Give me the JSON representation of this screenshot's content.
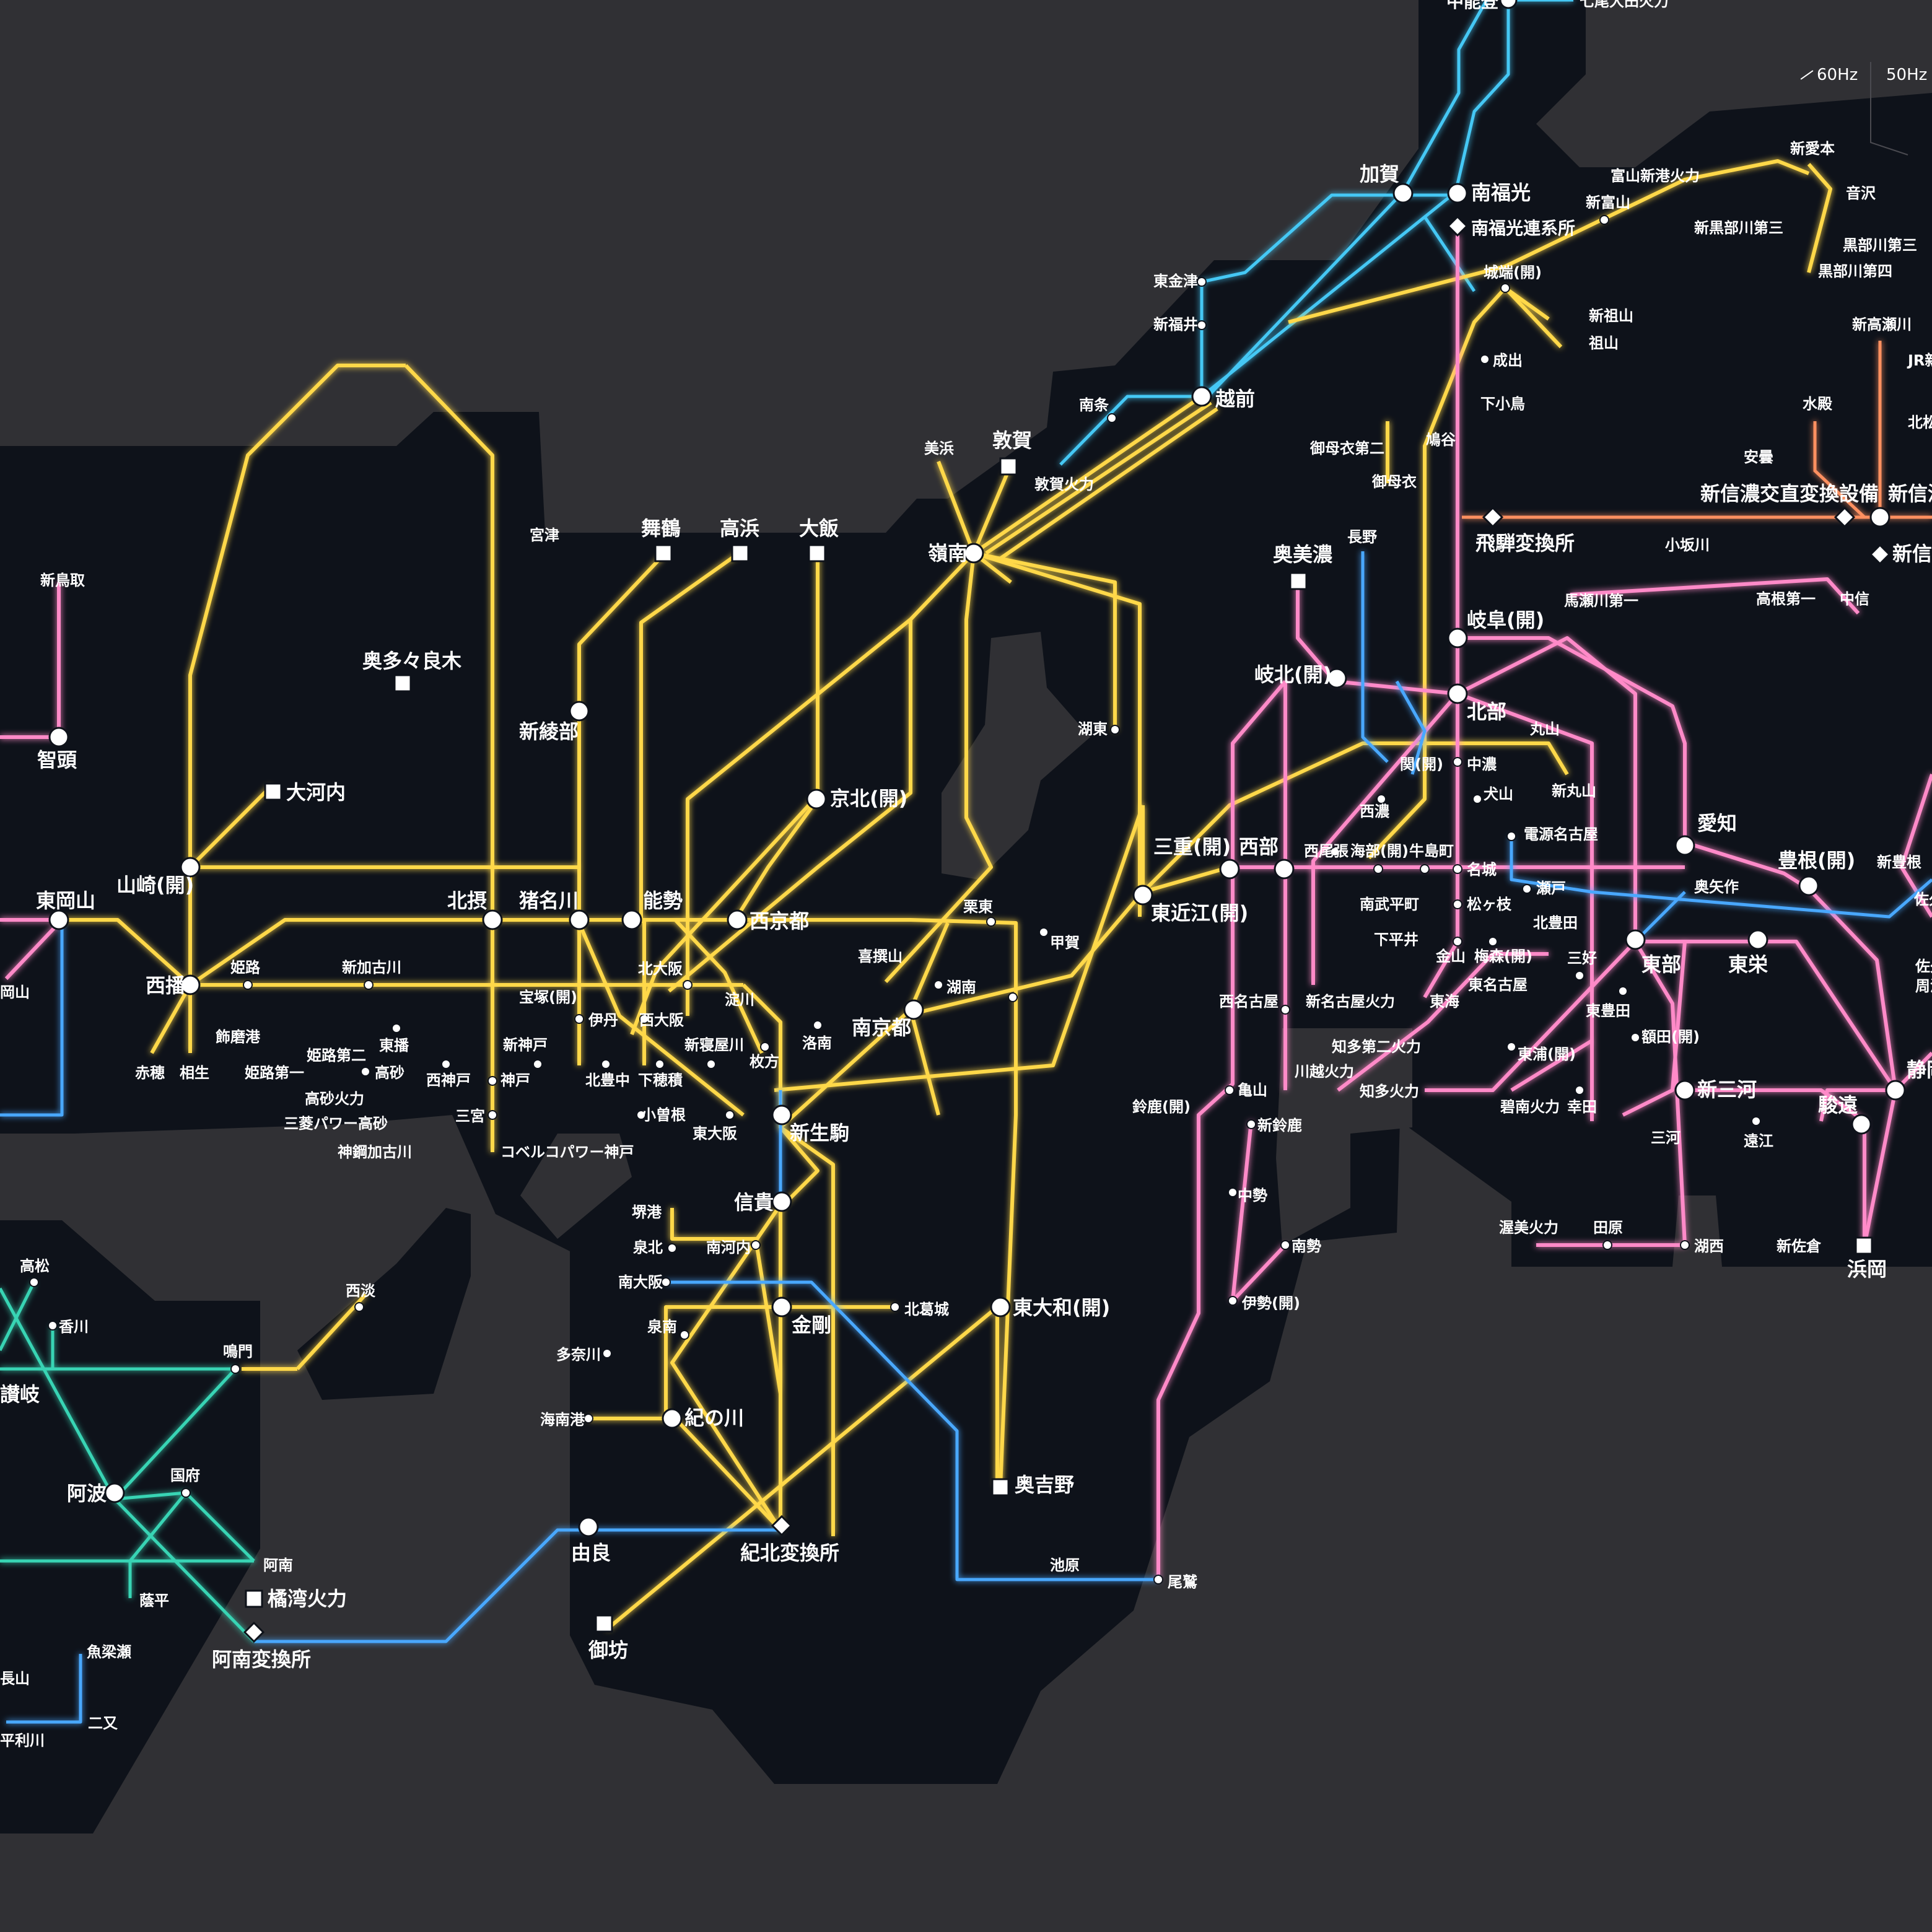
{
  "legend": {
    "hz60": "60Hz",
    "hz50": "50Hz"
  },
  "colors": {
    "background": "#303034",
    "land": "#0e121a",
    "kansai_500kv": "#ffd84a",
    "chubu_500kv": "#ff8ac8",
    "hokuriku": "#45c8f5",
    "shikoku": "#38d4b4",
    "dc_line": "#4aa8ff",
    "tokyo_fc": "#ff9060"
  },
  "labels": {
    "l001": "七尾大田火力",
    "l002": "中能登",
    "l003": "加賀",
    "l004": "南福光",
    "l005": "南福光連系所",
    "l006": "富山新港火力",
    "l007": "新富山",
    "l008": "新愛本",
    "l009": "音沢",
    "l010": "新黒部川第三",
    "l011": "黒部川第三",
    "l012": "黒部川第四",
    "l013": "城端(開)",
    "l014": "新高瀬川",
    "l015": "JR新",
    "l016": "東金津",
    "l017": "新福井",
    "l018": "新祖山",
    "l019": "祖山",
    "l020": "成出",
    "l021": "南条",
    "l022": "越前",
    "l023": "下小鳥",
    "l024": "水殿",
    "l025": "北松",
    "l026": "鳩谷",
    "l027": "御母衣第二",
    "l028": "美浜",
    "l029": "敦賀",
    "l030": "敦賀火力",
    "l031": "御母衣",
    "l032": "安曇",
    "l033": "新信濃交直変換設備",
    "l034": "新信濃",
    "l035": "嶺南",
    "l036": "飛騨変換所",
    "l037": "宮津",
    "l038": "舞鶴",
    "l039": "高浜",
    "l040": "大飯",
    "l041": "奥美濃",
    "l042": "長野",
    "l043": "小坂川",
    "l044": "新信濃",
    "l045": "馬瀬川第一",
    "l046": "高根第一",
    "l047": "中信",
    "l048": "新鳥取",
    "l049": "岐阜(開)",
    "l050": "奥多々良木",
    "l051": "新綾部",
    "l052": "岐北(開)",
    "l053": "湖東",
    "l054": "北部",
    "l055": "丸山",
    "l056": "智頭",
    "l057": "関(開)",
    "l058": "中濃",
    "l059": "新丸山",
    "l060": "大河内",
    "l061": "京北(開)",
    "l062": "犬山",
    "l063": "西濃",
    "l064": "電源名古屋",
    "l065": "愛知",
    "l066": "三重(開)",
    "l067": "西部",
    "l068": "西尾張",
    "l069": "海部(開)",
    "l070": "牛島町",
    "l071": "名城",
    "l072": "豊根(開)",
    "l073": "新豊根",
    "l074": "佐久",
    "l075": "山崎(開)",
    "l076": "東岡山",
    "l077": "北摂",
    "l078": "猪名川",
    "l079": "能勢",
    "l080": "西京都",
    "l081": "東近江(開)",
    "l082": "瀬戸",
    "l083": "奥矢作",
    "l084": "南武平町",
    "l085": "松ヶ枝",
    "l086": "北豊田",
    "l087": "栗東",
    "l088": "岡山",
    "l089": "西播",
    "l090": "姫路",
    "l091": "新加古川",
    "l092": "宝塚(開)",
    "l093": "北大阪",
    "l094": "喜撰山",
    "l095": "甲賀",
    "l096": "下平井",
    "l097": "金山",
    "l098": "梅森(開)",
    "l099": "三好",
    "l100": "東部",
    "l101": "東栄",
    "l102": "湖南",
    "l103": "淀川",
    "l104": "東名古屋",
    "l105": "佐久間",
    "l106": "周波",
    "l107": "伊丹",
    "l108": "西大阪",
    "l109": "西名古屋",
    "l110": "新名古屋火力",
    "l111": "東海",
    "l112": "東豊田",
    "l113": "飾磨港",
    "l114": "姫路第二",
    "l115": "東播",
    "l116": "南京都",
    "l117": "洛南",
    "l118": "新寝屋川",
    "l119": "新神戸",
    "l120": "枚方",
    "l121": "額田(開)",
    "l122": "赤穂",
    "l123": "相生",
    "l124": "姫路第一",
    "l125": "高砂",
    "l126": "西神戸",
    "l127": "神戸",
    "l128": "北豊中",
    "l129": "下穂積",
    "l130": "川越火力",
    "l131": "知多第二火力",
    "l132": "東浦(開)",
    "l133": "静岡",
    "l134": "高砂火力",
    "l135": "亀山",
    "l136": "知多火力",
    "l137": "碧南火力",
    "l138": "幸田",
    "l139": "新三河",
    "l140": "鈴鹿(開)",
    "l141": "新鈴鹿",
    "l142": "三菱パワー高砂",
    "l143": "三宮",
    "l144": "小曽根",
    "l145": "東大阪",
    "l146": "新生駒",
    "l147": "駿遠",
    "l148": "三河",
    "l149": "遠江",
    "l150": "神鋼加古川",
    "l151": "コベルコパワー神戸",
    "l152": "中勢",
    "l153": "信貴",
    "l154": "堺港",
    "l155": "渥美火力",
    "l156": "田原",
    "l157": "湖西",
    "l158": "新佐倉",
    "l159": "浜岡",
    "l160": "泉北",
    "l161": "南河内",
    "l162": "高松",
    "l163": "西淡",
    "l164": "南勢",
    "l165": "南大阪",
    "l166": "伊勢(開)",
    "l167": "金剛",
    "l168": "北葛城",
    "l169": "東大和(開)",
    "l170": "香川",
    "l171": "泉南",
    "l172": "鳴門",
    "l173": "多奈川",
    "l174": "讃岐",
    "l175": "海南港",
    "l176": "紀の川",
    "l177": "国府",
    "l178": "阿波",
    "l179": "奥吉野",
    "l180": "紀北変換所",
    "l181": "由良",
    "l182": "阿南",
    "l183": "蔭平",
    "l184": "池原",
    "l185": "尾鷲",
    "l186": "橘湾火力",
    "l187": "御坊",
    "l188": "阿南変換所",
    "l189": "魚梁瀬",
    "l190": "長山",
    "l191": "二又",
    "l192": "平利川"
  }
}
